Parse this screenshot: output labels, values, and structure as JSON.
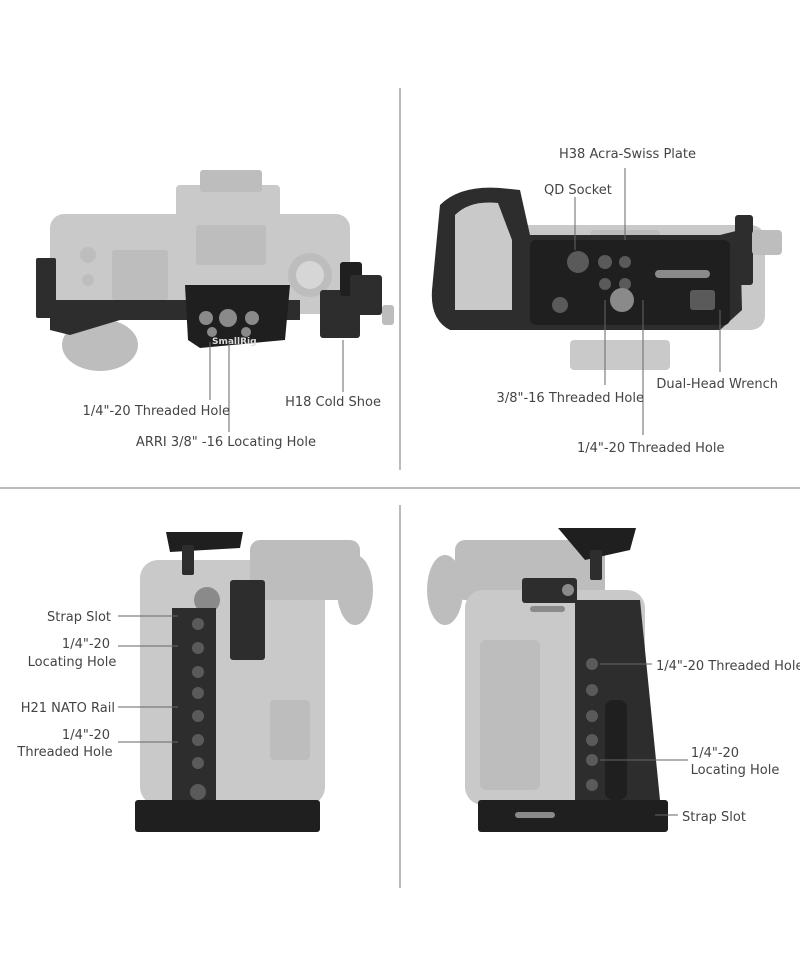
{
  "panels": {
    "top_view": {
      "brand": "SmallRig",
      "labels": {
        "threaded_hole": "1/4\"-20 Threaded Hole",
        "locating_hole": "ARRI 3/8\" -16 Locating Hole",
        "cold_shoe": "H18 Cold Shoe"
      }
    },
    "bottom_view": {
      "labels": {
        "acra_plate": "H38 Acra-Swiss Plate",
        "qd_socket": "QD Socket",
        "threaded_38": "3/8\"-16 Threaded Hole",
        "wrench": "Dual-Head Wrench",
        "threaded_14": "1/4\"-20 Threaded Hole"
      }
    },
    "left_side": {
      "labels": {
        "strap_slot": "Strap Slot",
        "locating_1": "1/4\"-20",
        "locating_2": "Locating Hole",
        "nato_rail": "H21 NATO Rail",
        "threaded_1": "1/4\"-20",
        "threaded_2": "Threaded Hole"
      }
    },
    "right_side": {
      "labels": {
        "threaded_hole": "1/4\"-20 Threaded Hole",
        "locating_1": "1/4\"-20",
        "locating_2": "Locating Hole",
        "strap_slot": "Strap Slot"
      }
    }
  }
}
